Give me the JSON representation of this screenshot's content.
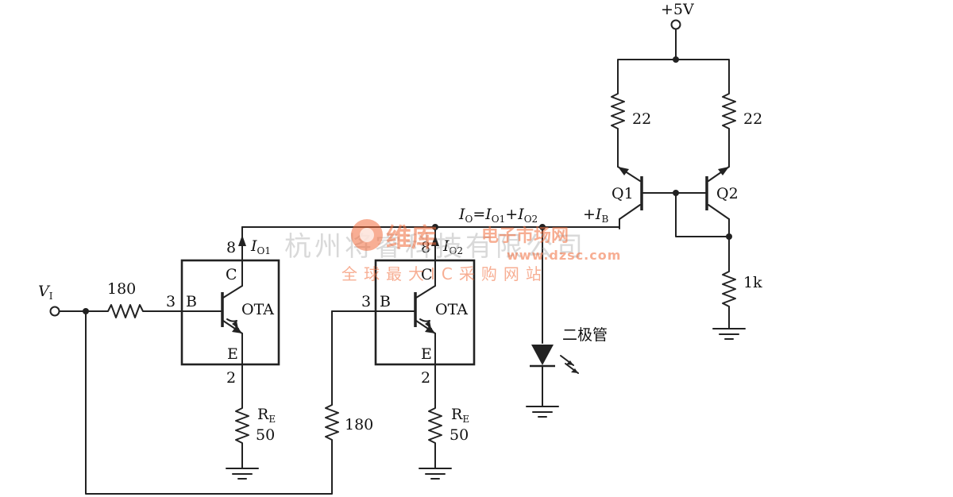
{
  "supply": {
    "label": "+5V"
  },
  "input": {
    "label": "V",
    "sub": "I"
  },
  "resistors": {
    "r_in": "180",
    "r_fb": "180",
    "r_e1_name": "R",
    "r_e1_sub": "E",
    "r_e1_value": "50",
    "r_e2_name": "R",
    "r_e2_sub": "E",
    "r_e2_value": "50",
    "r_q1": "22",
    "r_q2": "22",
    "r_load": "1k"
  },
  "ota1": {
    "name": "OTA",
    "collector": "C",
    "base": "B",
    "emitter": "E",
    "pin_c": "8",
    "pin_b": "3",
    "pin_e": "2",
    "current_label": "I",
    "current_sub": "O1"
  },
  "ota2": {
    "name": "OTA",
    "collector": "C",
    "base": "B",
    "emitter": "E",
    "pin_c": "8",
    "pin_b": "3",
    "pin_e": "2",
    "current_label": "I",
    "current_sub": "O2"
  },
  "transistors": {
    "q1": "Q1",
    "q2": "Q2"
  },
  "equation": {
    "i": "I",
    "o": "O",
    "eq": "=",
    "i1": "I",
    "s1": "O1",
    "plus": "+",
    "i2": "I",
    "s2": "O2"
  },
  "bias": {
    "plus": "+",
    "i": "I",
    "sub": "B"
  },
  "diode": {
    "label": "二极管"
  },
  "watermark": {
    "company": "杭州将睿科技有限公司",
    "brand": "维库",
    "market": "电子市场网",
    "url": "www.dzsc.com",
    "slogan": "全球最大IC采购网站"
  },
  "colors": {
    "ink": "#222222",
    "watermark": "#f26c3c"
  }
}
